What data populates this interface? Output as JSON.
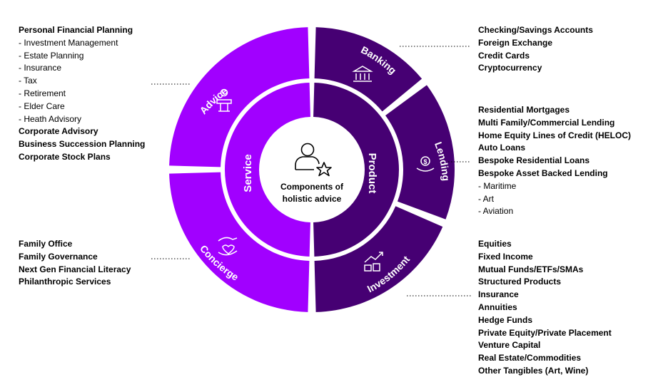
{
  "center": {
    "line1": "Components of",
    "line2": "holistic advice"
  },
  "inner_ring": {
    "left": "Service",
    "right": "Product"
  },
  "outer_ring": {
    "advice": "Advice",
    "concierge": "Concierge",
    "banking": "Banking",
    "lending": "Lending",
    "investment": "Investment"
  },
  "colors": {
    "service": "#a100ff",
    "product": "#460073",
    "outer_product": "#460073",
    "outer_service": "#a100ff"
  },
  "icons": {
    "center": "person-star-icon",
    "advice": "advisor-podium-icon",
    "concierge": "hands-heart-icon",
    "banking": "bank-building-icon",
    "lending": "dollar-hand-icon",
    "investment": "growth-coins-icon"
  },
  "lists": {
    "advice": [
      {
        "text": "Personal Financial Planning",
        "bold": true
      },
      {
        "text": "- Investment Management",
        "bold": false
      },
      {
        "text": "- Estate Planning",
        "bold": false
      },
      {
        "text": "- Insurance",
        "bold": false
      },
      {
        "text": "- Tax",
        "bold": false
      },
      {
        "text": "- Retirement",
        "bold": false
      },
      {
        "text": "- Elder Care",
        "bold": false
      },
      {
        "text": "- Heath Advisory",
        "bold": false
      },
      {
        "text": "Corporate Advisory",
        "bold": true
      },
      {
        "text": "Business Succession Planning",
        "bold": true
      },
      {
        "text": "Corporate Stock Plans",
        "bold": true
      }
    ],
    "concierge": [
      {
        "text": "Family Office",
        "bold": true
      },
      {
        "text": "Family Governance",
        "bold": true
      },
      {
        "text": "Next Gen Financial Literacy",
        "bold": true
      },
      {
        "text": "Philanthropic Services",
        "bold": true
      }
    ],
    "banking": [
      {
        "text": "Checking/Savings Accounts",
        "bold": true
      },
      {
        "text": "Foreign Exchange",
        "bold": true
      },
      {
        "text": "Credit Cards",
        "bold": true
      },
      {
        "text": "Cryptocurrency",
        "bold": true
      }
    ],
    "lending": [
      {
        "text": "Residential Mortgages",
        "bold": true
      },
      {
        "text": "Multi Family/Commercial Lending",
        "bold": true
      },
      {
        "text": "Home Equity Lines of Credit (HELOC)",
        "bold": true
      },
      {
        "text": "Auto Loans",
        "bold": true
      },
      {
        "text": "Bespoke Residential Loans",
        "bold": true
      },
      {
        "text": "Bespoke Asset Backed Lending",
        "bold": true
      },
      {
        "text": "- Maritime",
        "bold": false
      },
      {
        "text": "- Art",
        "bold": false
      },
      {
        "text": "- Aviation",
        "bold": false
      }
    ],
    "investment": [
      {
        "text": "Equities",
        "bold": true
      },
      {
        "text": "Fixed Income",
        "bold": true
      },
      {
        "text": "Mutual Funds/ETFs/SMAs",
        "bold": true
      },
      {
        "text": "Structured Products",
        "bold": true
      },
      {
        "text": "Insurance",
        "bold": true
      },
      {
        "text": "Annuities",
        "bold": true
      },
      {
        "text": "Hedge Funds",
        "bold": true
      },
      {
        "text": "Private Equity/Private Placement",
        "bold": true
      },
      {
        "text": "Venture Capital",
        "bold": true
      },
      {
        "text": "Real Estate/Commodities",
        "bold": true
      },
      {
        "text": "Other Tangibles (Art, Wine)",
        "bold": true
      }
    ]
  }
}
